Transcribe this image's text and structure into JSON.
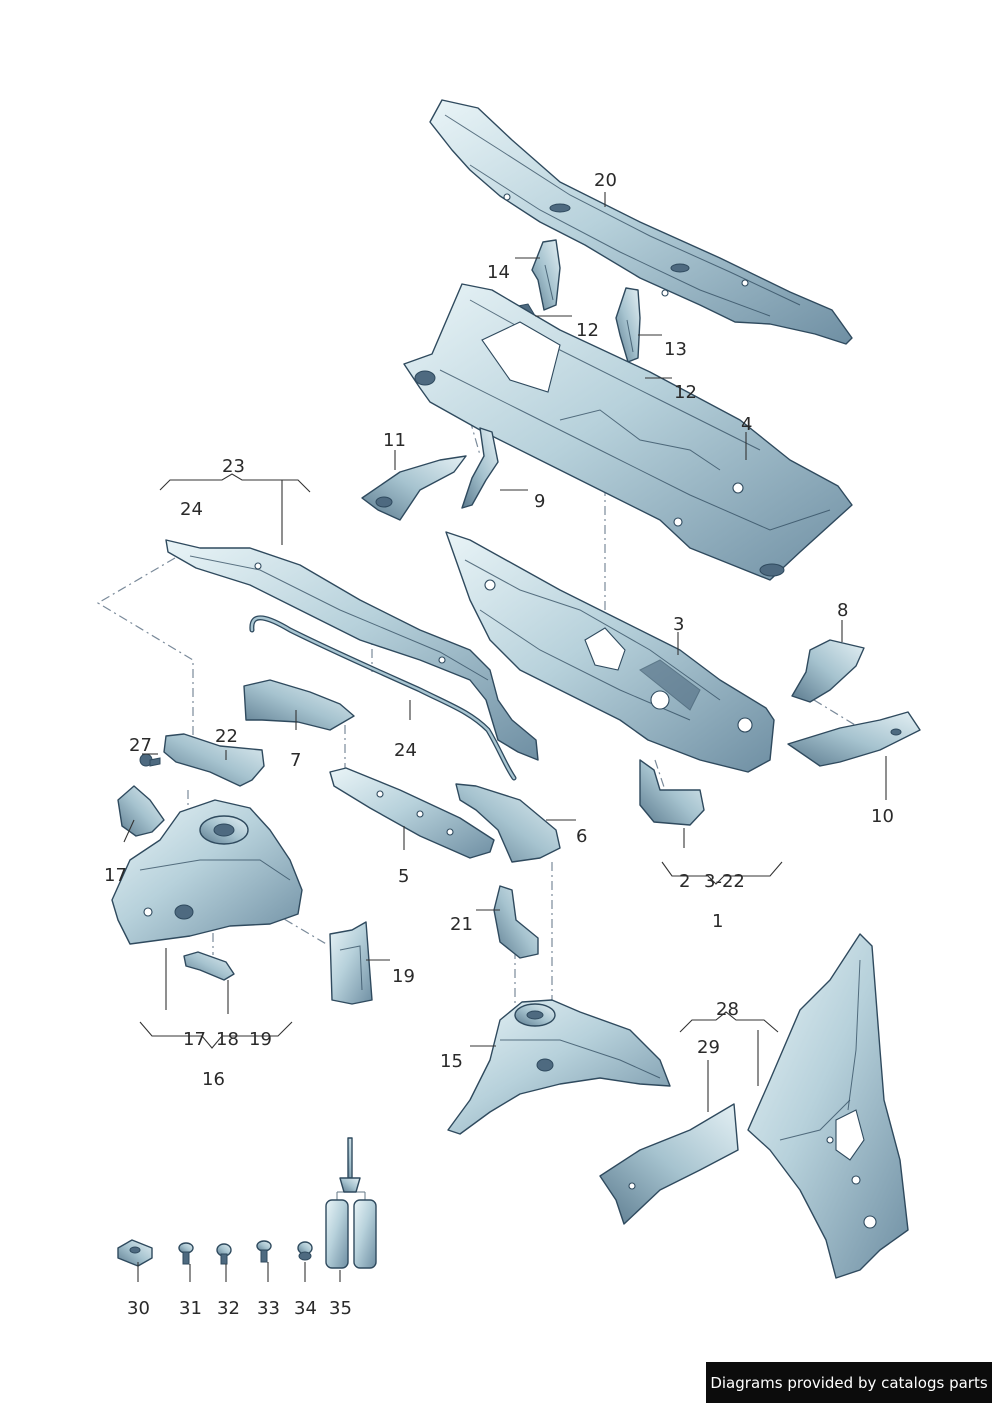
{
  "footer": {
    "credit": "Diagrams provided by catalogs parts"
  },
  "labels": {
    "l20": "20",
    "l14": "14",
    "l12a": "12",
    "l13": "13",
    "l12b": "12",
    "l4": "4",
    "l11": "11",
    "l9": "9",
    "l23": "23",
    "l24a": "24",
    "l3": "3",
    "l8": "8",
    "l10": "10",
    "l27": "27",
    "l22": "22",
    "l7": "7",
    "l24b": "24",
    "l17a": "17",
    "l5": "5",
    "l6": "6",
    "l2": "2",
    "l3_22": "3-22",
    "l1": "1",
    "l21": "21",
    "l19a": "19",
    "l17b": "17",
    "l18": "18",
    "l19b": "19",
    "l16": "16",
    "l15": "15",
    "l28": "28",
    "l29": "29",
    "l30": "30",
    "l31": "31",
    "l32": "32",
    "l33": "33",
    "l34": "34",
    "l35": "35"
  },
  "colors": {
    "steel_light": "#dfeef2",
    "steel_mid": "#a9c6d2",
    "steel_dark": "#5d7d92",
    "outline": "#2f4a5e"
  }
}
